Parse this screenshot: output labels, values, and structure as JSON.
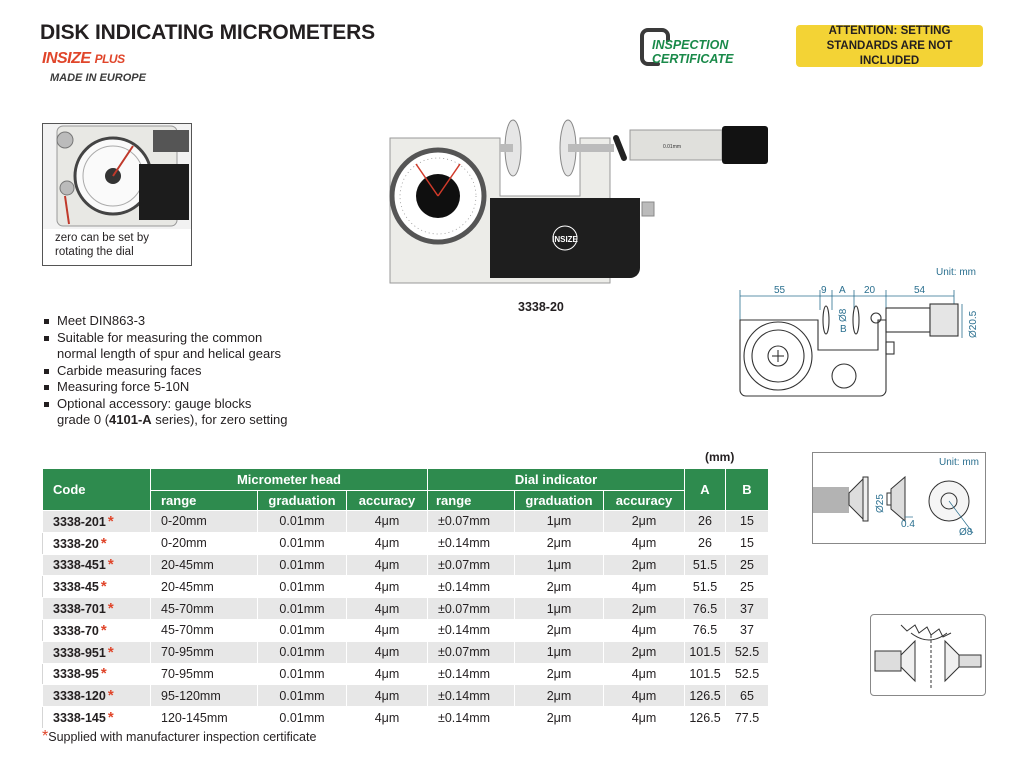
{
  "header": {
    "title": "DISK INDICATING MICROMETERS",
    "brand": "INSIZE",
    "brand_plus": "PLUS",
    "made_in": "MADE IN EUROPE"
  },
  "badges": {
    "certificate_line1": "INSPECTION",
    "certificate_line2": "CERTIFICATE",
    "attention_line1": "ATTENTION: SETTING",
    "attention_line2": "STANDARDS ARE NOT INCLUDED"
  },
  "inset": {
    "caption_line1": "zero can be set by",
    "caption_line2": "rotating the dial"
  },
  "main_photo": {
    "model_caption": "3338-20",
    "logo_text": "INSIZE",
    "sleeve_text": "0.01mm"
  },
  "features": [
    "Meet DIN863-3",
    "Suitable for measuring the common",
    "normal length of spur and helical gears",
    "Carbide measuring faces",
    "Measuring force 5-10N",
    "Optional accessory: gauge blocks",
    "grade 0 (",
    "4101-A",
    " series), for zero setting"
  ],
  "diagram1": {
    "unit": "Unit: mm",
    "dims": [
      "55",
      "9",
      "A",
      "20",
      "54",
      "Ø8",
      "B",
      "Ø20.5"
    ]
  },
  "diagram2": {
    "unit": "Unit: mm",
    "dims": [
      "Ø25",
      "0.4",
      "Ø8"
    ]
  },
  "table": {
    "unit_note": "(mm)",
    "col_code": "Code",
    "group_head": "Micrometer head",
    "group_dial": "Dial indicator",
    "col_a": "A",
    "col_b": "B",
    "sub_range": "range",
    "sub_graduation": "graduation",
    "sub_accuracy": "accuracy",
    "rows": [
      {
        "code": "3338-201",
        "mh_range": "0-20mm",
        "mh_grad": "0.01mm",
        "mh_acc": "4μm",
        "di_range": "±0.07mm",
        "di_grad": "1μm",
        "di_acc": "2μm",
        "a": "26",
        "b": "15"
      },
      {
        "code": "3338-20",
        "mh_range": "0-20mm",
        "mh_grad": "0.01mm",
        "mh_acc": "4μm",
        "di_range": "±0.14mm",
        "di_grad": "2μm",
        "di_acc": "4μm",
        "a": "26",
        "b": "15"
      },
      {
        "code": "3338-451",
        "mh_range": "20-45mm",
        "mh_grad": "0.01mm",
        "mh_acc": "4μm",
        "di_range": "±0.07mm",
        "di_grad": "1μm",
        "di_acc": "2μm",
        "a": "51.5",
        "b": "25"
      },
      {
        "code": "3338-45",
        "mh_range": "20-45mm",
        "mh_grad": "0.01mm",
        "mh_acc": "4μm",
        "di_range": "±0.14mm",
        "di_grad": "2μm",
        "di_acc": "4μm",
        "a": "51.5",
        "b": "25"
      },
      {
        "code": "3338-701",
        "mh_range": "45-70mm",
        "mh_grad": "0.01mm",
        "mh_acc": "4μm",
        "di_range": "±0.07mm",
        "di_grad": "1μm",
        "di_acc": "2μm",
        "a": "76.5",
        "b": "37"
      },
      {
        "code": "3338-70",
        "mh_range": "45-70mm",
        "mh_grad": "0.01mm",
        "mh_acc": "4μm",
        "di_range": "±0.14mm",
        "di_grad": "2μm",
        "di_acc": "4μm",
        "a": "76.5",
        "b": "37"
      },
      {
        "code": "3338-951",
        "mh_range": "70-95mm",
        "mh_grad": "0.01mm",
        "mh_acc": "4μm",
        "di_range": "±0.07mm",
        "di_grad": "1μm",
        "di_acc": "2μm",
        "a": "101.5",
        "b": "52.5"
      },
      {
        "code": "3338-95",
        "mh_range": "70-95mm",
        "mh_grad": "0.01mm",
        "mh_acc": "4μm",
        "di_range": "±0.14mm",
        "di_grad": "2μm",
        "di_acc": "4μm",
        "a": "101.5",
        "b": "52.5"
      },
      {
        "code": "3338-120",
        "mh_range": "95-120mm",
        "mh_grad": "0.01mm",
        "mh_acc": "4μm",
        "di_range": "±0.14mm",
        "di_grad": "2μm",
        "di_acc": "4μm",
        "a": "126.5",
        "b": "65"
      },
      {
        "code": "3338-145",
        "mh_range": "120-145mm",
        "mh_grad": "0.01mm",
        "mh_acc": "4μm",
        "di_range": "±0.14mm",
        "di_grad": "2μm",
        "di_acc": "4μm",
        "a": "126.5",
        "b": "77.5"
      }
    ],
    "star": "*"
  },
  "footnote": {
    "star": "*",
    "text": "Supplied with manufacturer inspection certificate"
  },
  "colors": {
    "header_green": "#2e8b4e",
    "brand_red": "#e0452a",
    "attention_yellow": "#f3d335",
    "cert_green": "#1a8a4a"
  }
}
